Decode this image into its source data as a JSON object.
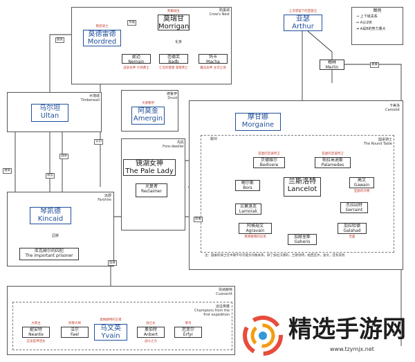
{
  "crows_nest": {
    "title_cn": "鸦巢城",
    "title_en": "Crow's Nest",
    "ruler_note": "鸦巢城主",
    "morrigan_cn": "莫瑞甘",
    "morrigan_en": "Morrigan",
    "link_label": "化身",
    "nemain_cn": "妮迈",
    "nemain_en": "Nemain",
    "nemain_desc": "战争女神 引领勇士",
    "badb_cn": "芭德芙",
    "badb_en": "Badb",
    "badb_desc": "亡灵的使者 掌管死亡",
    "macha_cn": "玛卡",
    "macha_en": "Macha",
    "macha_desc": "魔法女神 主司土地"
  },
  "mordred": {
    "note": "叛逆骑士",
    "cn": "莫德雷德",
    "en": "Mordred",
    "label_rule": "统治"
  },
  "arthur": {
    "note": "上次遗留下的亚瑟王",
    "cn": "亚瑟",
    "en": "Arthur"
  },
  "legend": {
    "title": "图例",
    "item1": "上下级关系",
    "item2": "A认识B",
    "item3": "A是B的势力量大"
  },
  "merlin": {
    "cn": "梅林",
    "en": "Merlin",
    "label": "关联"
  },
  "timberwall": {
    "title_cn": "木墙城",
    "title_en": "Timberwall",
    "ultan_cn": "乌尔坦",
    "ultan_en": "Ultan"
  },
  "druid": {
    "title_cn": "德鲁伊",
    "title_en": "Druid",
    "note": "大德鲁伊",
    "amergin_cn": "阿莫金",
    "amergin_en": "Amergin"
  },
  "camelot": {
    "title_cn": "卡美洛",
    "title_en": "Camelot",
    "morgaine_cn": "摩甘娜",
    "morgaine_en": "Morgaine",
    "rel_label": "敌对",
    "round_table_cn": "圆桌骑士",
    "round_table_en": "The Round Table",
    "lancelot_cn": "兰斯洛特",
    "lancelot_en": "Lancelot",
    "footnote": "注：圆桌的骑士在中期不尽可能为均衡关系，除了加拉汉德的，兰斯洛特，帕西瓦尔，加文，还有其他"
  },
  "knights": {
    "bedivere": {
      "note": "亚瑟的忠诚侍卫",
      "cn": "贝德维尔",
      "en": "Bedivere"
    },
    "palamedes": {
      "note": "亚瑟的忠诚侍卫",
      "cn": "帕拉米迪斯",
      "en": "Palamedes"
    },
    "bors": {
      "cn": "鲍尔斯",
      "en": "Bors"
    },
    "gawain": {
      "cn": "高文",
      "en": "Gawain",
      "note": "亚瑟的外甥"
    },
    "lamorak": {
      "cn": "兰莫洛克",
      "en": "Lamorak"
    },
    "gerraint": {
      "cn": "杰拉因特",
      "en": "Gerraint"
    },
    "agravain": {
      "note": "莫德雷德的兄弟",
      "cn": "阿格规文",
      "en": "Agravain"
    },
    "galahad": {
      "cn": "加拉哈德",
      "en": "Galahad",
      "note": "无面"
    },
    "gaheris": {
      "cn": "加赫里斯",
      "en": "Gaheris"
    }
  },
  "fore_dweller": {
    "title_cn": "先民",
    "title_en": "Fore-dweller",
    "pale_lady_cn": "镜湖女神",
    "pale_lady_en": "The Pale Lady",
    "reclaimer_cn": "光复者",
    "reclaimer_en": "Reclaimer"
  },
  "farshire": {
    "title_cn": "远郡",
    "title_en": "Farshire",
    "kincaid_cn": "琴凯德",
    "kincaid_en": "Kincaid",
    "link_label": "囚禁",
    "prisoner_cn": "库瓦赫尔的囚犯",
    "prisoner_en": "The important prisoner"
  },
  "cuanacht": {
    "title_cn": "昆纳赫特",
    "title_en": "Cuanacht",
    "champions_cn": "远征英雄",
    "champions_en": "Champions from the first expedition",
    "yvain_note": "昆纳赫特的王者",
    "yvain_cn": "乌文英",
    "yvain_en": "Yvain"
  },
  "champions": [
    {
      "note": "大帮主",
      "cn": "妮安特",
      "en": "Neante",
      "desc": "应该是神话女"
    },
    {
      "note": "阿佛大将",
      "cn": "法尔",
      "en": "Fael",
      "desc": ""
    },
    {
      "note": "骑士长",
      "cn": "奥伯特",
      "en": "Anbert",
      "desc": "战斗之力"
    },
    {
      "note": "祭司",
      "cn": "厄菲尔",
      "en": "Erfyr",
      "desc": ""
    }
  ],
  "edge_labels": {
    "ally": "盟友",
    "war": "战争",
    "loyal": "效忠",
    "recognize": "认识",
    "kin": "亲戚",
    "tribute": "进贡",
    "serve": "臣服",
    "watch": "监督",
    "rule": "统治"
  },
  "watermark": {
    "cn": "精选手游网",
    "url": "www.tzymjx.net"
  }
}
